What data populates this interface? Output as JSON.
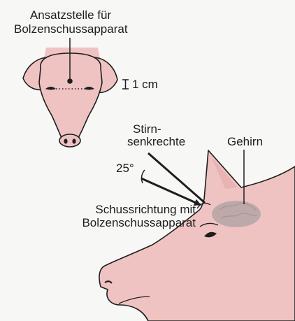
{
  "labels": {
    "placement_line1": "Ansatzstelle für",
    "placement_line2": "Bolzenschussapparat",
    "distance": "1 cm",
    "forehead_line1": "Stirn-",
    "forehead_line2": "senkrechte",
    "angle": "25°",
    "brain": "Gehirn",
    "direction_line1": "Schussrichtung mit",
    "direction_line2": "Bolzenschussapparat"
  },
  "colors": {
    "skin": "#f0c3c3",
    "skin_shadow": "#e3a6a6",
    "outline": "#1e1e1e",
    "brain": "#b7a6a6",
    "background": "#f7f7f6"
  }
}
